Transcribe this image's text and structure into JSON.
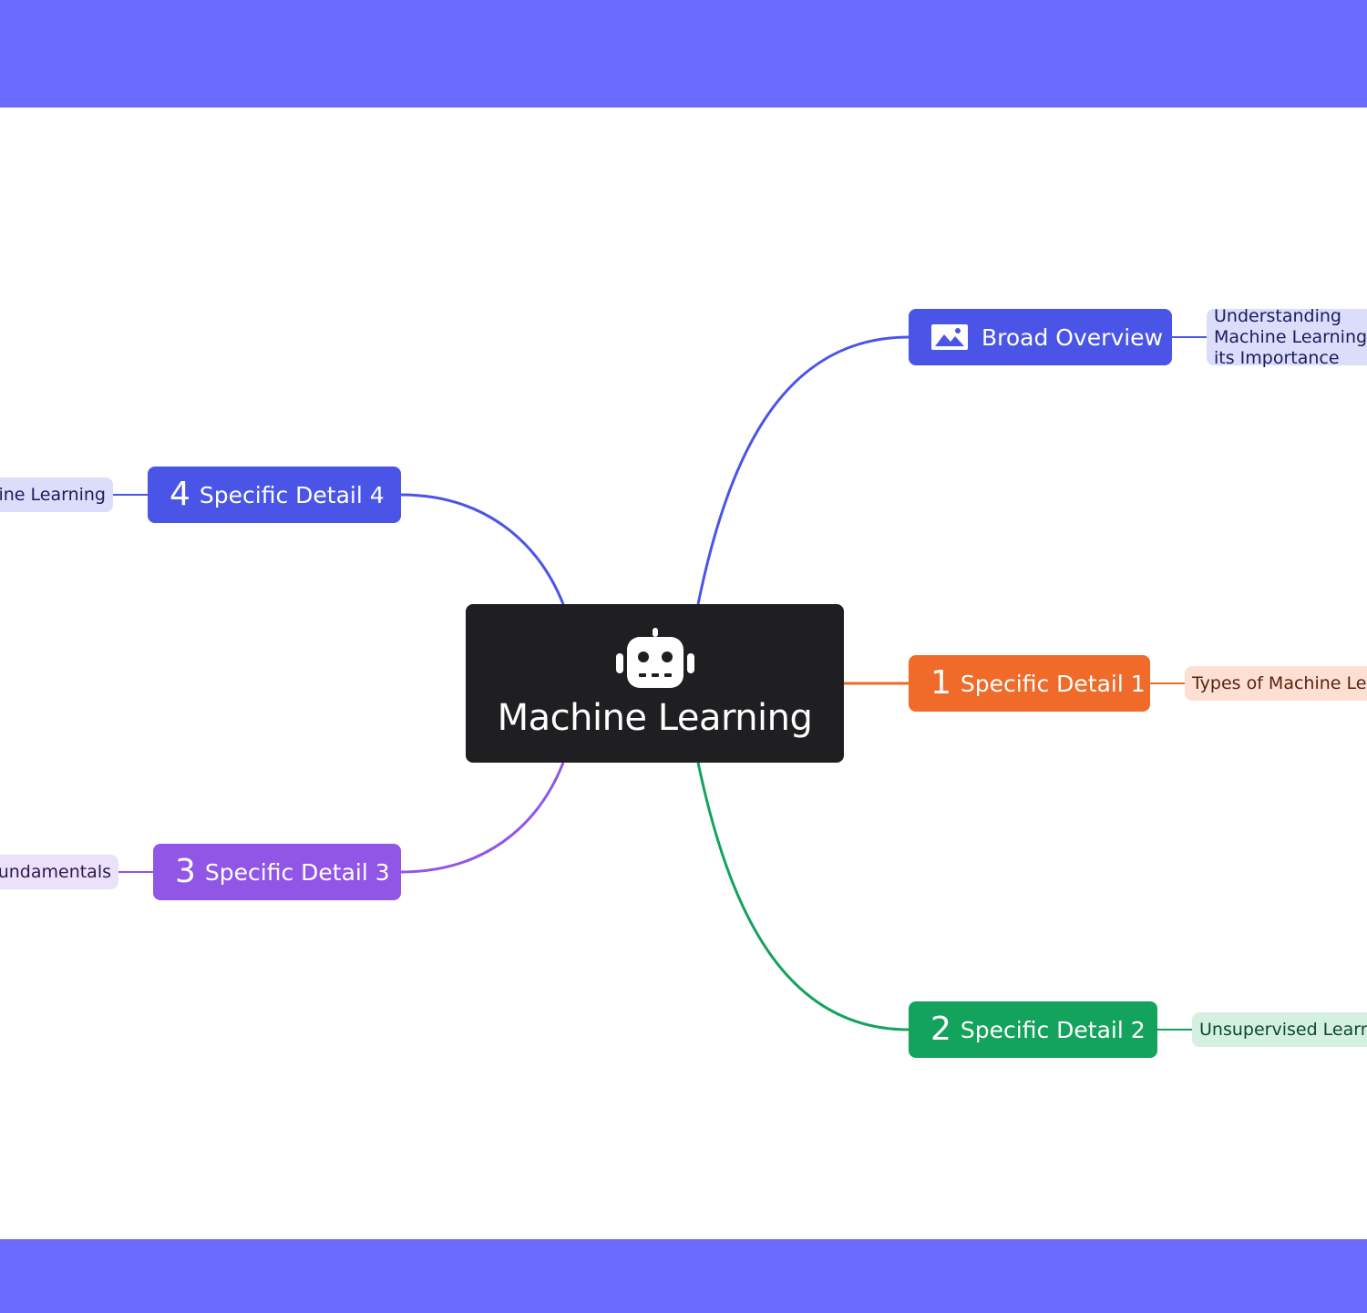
{
  "colors": {
    "band": "#6b6bff",
    "root": "#1f1f22",
    "overview": "#4a55e8",
    "detail1": "#f06a2a",
    "detail2": "#14a35c",
    "detail3": "#9156e6",
    "detail4": "#4a55e8"
  },
  "root": {
    "icon": "robot-icon",
    "title": "Machine Learning"
  },
  "branches": {
    "overview": {
      "icon": "image-icon",
      "label": "Broad Overview",
      "leaf": "Understanding Machine Learning and its Importance"
    },
    "detail1": {
      "number": "1",
      "label": "Specific Detail 1",
      "leaf": "Types of Machine Learning"
    },
    "detail2": {
      "number": "2",
      "label": "Specific Detail 2",
      "leaf": "Unsupervised Learning"
    },
    "detail3": {
      "number": "3",
      "label": "Specific Detail 3",
      "leaf": "Fundamentals"
    },
    "detail4": {
      "number": "4",
      "label": "Specific Detail 4",
      "leaf": "Machine Learning"
    }
  }
}
